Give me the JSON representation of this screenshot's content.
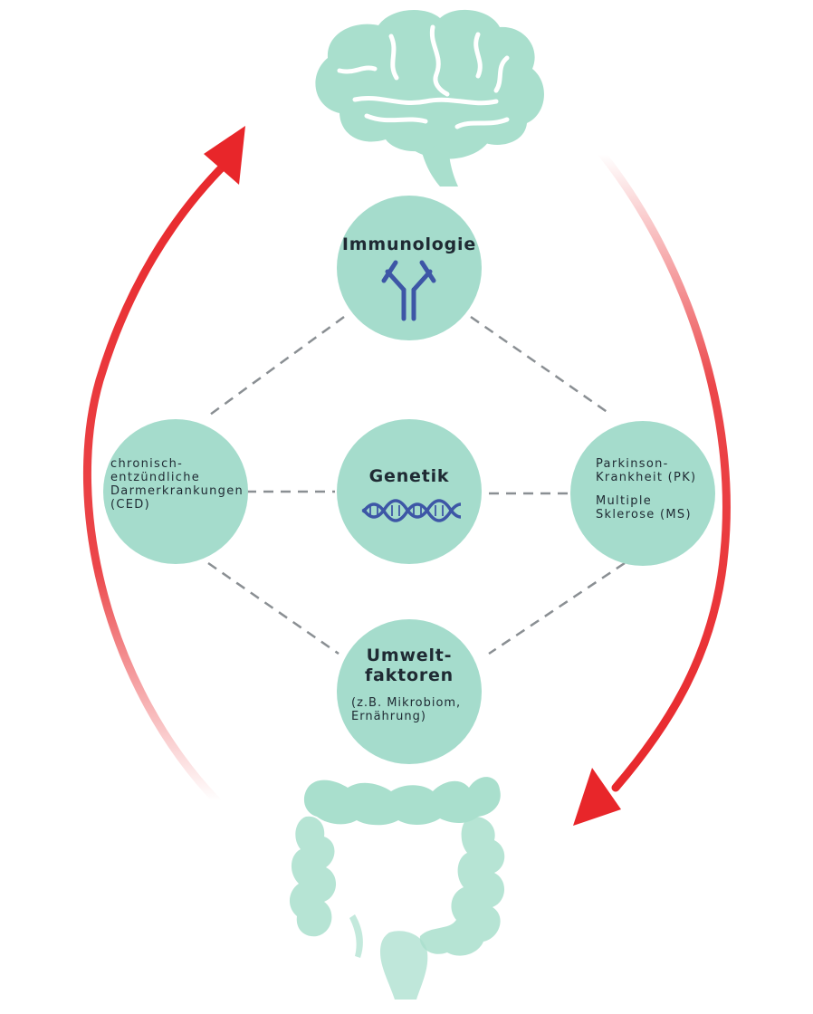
{
  "colors": {
    "circle_fill": "#a5dccc",
    "organ_fill": "#a9dfcd",
    "arrow_red": "#e8262a",
    "dashed_line": "#8a8f93",
    "icon_blue": "#3d56a6",
    "text": "#1f2a33"
  },
  "icons": {
    "top": "brain-icon",
    "bottom": "intestine-icon",
    "immunology": "antibody-icon",
    "genetics": "dna-helix-icon"
  },
  "nodes": {
    "immunology": {
      "title": "Immunologie"
    },
    "genetics": {
      "title": "Genetik"
    },
    "ced": {
      "line1": "chronisch-",
      "line2": "entzündliche",
      "line3": "Darmerkrankungen",
      "line4": "(CED)"
    },
    "pk_ms": {
      "line1": "Parkinson-",
      "line2": "Krankheit (PK)",
      "line3": "Multiple",
      "line4": "Sklerose (MS)"
    },
    "environment": {
      "title_line1": "Umwelt-",
      "title_line2": "faktoren",
      "note_line1": "(z.B. Mikrobiom,",
      "note_line2": "Ernährung)"
    }
  }
}
